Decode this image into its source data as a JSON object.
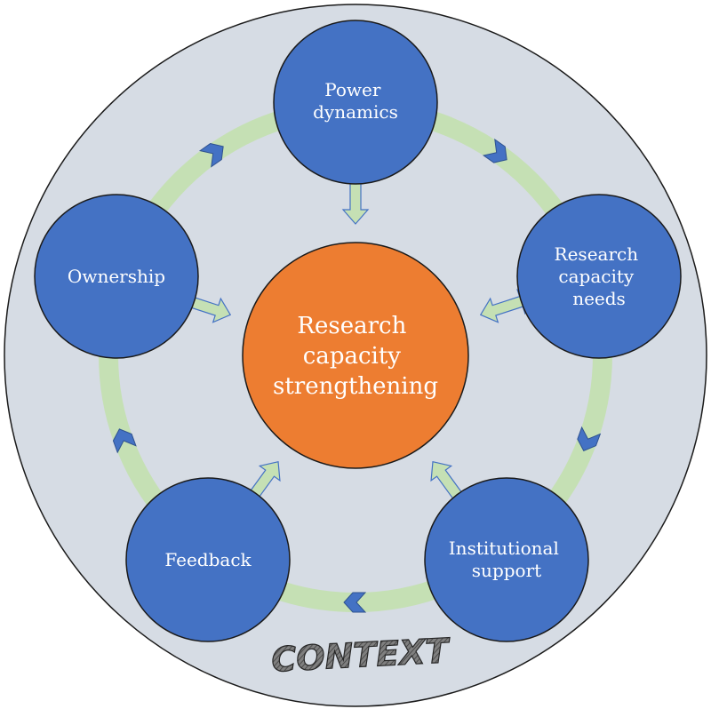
{
  "context": {
    "label": "CONTEXT"
  },
  "center": {
    "lines": [
      "Research",
      "capacity",
      "strengthening"
    ]
  },
  "nodes": [
    {
      "id": "power-dynamics",
      "lines": [
        "Power",
        "dynamics"
      ]
    },
    {
      "id": "research-capacity-needs",
      "lines": [
        "Research",
        "capacity",
        "needs"
      ]
    },
    {
      "id": "institutional-support",
      "lines": [
        "Institutional",
        "support"
      ]
    },
    {
      "id": "feedback",
      "lines": [
        "Feedback"
      ]
    },
    {
      "id": "ownership",
      "lines": [
        "Ownership"
      ]
    }
  ],
  "colors": {
    "background_circle": "#d6dce4",
    "ring": "#c5e0b4",
    "node_fill": "#4472c4",
    "center_fill": "#ed7d31",
    "outline": "#1a1a1a",
    "flow_arrow": "#4472c4",
    "link_arrow": "#c5e0b4",
    "link_arrow_stroke": "#4472c4",
    "context_text": "#595959"
  }
}
